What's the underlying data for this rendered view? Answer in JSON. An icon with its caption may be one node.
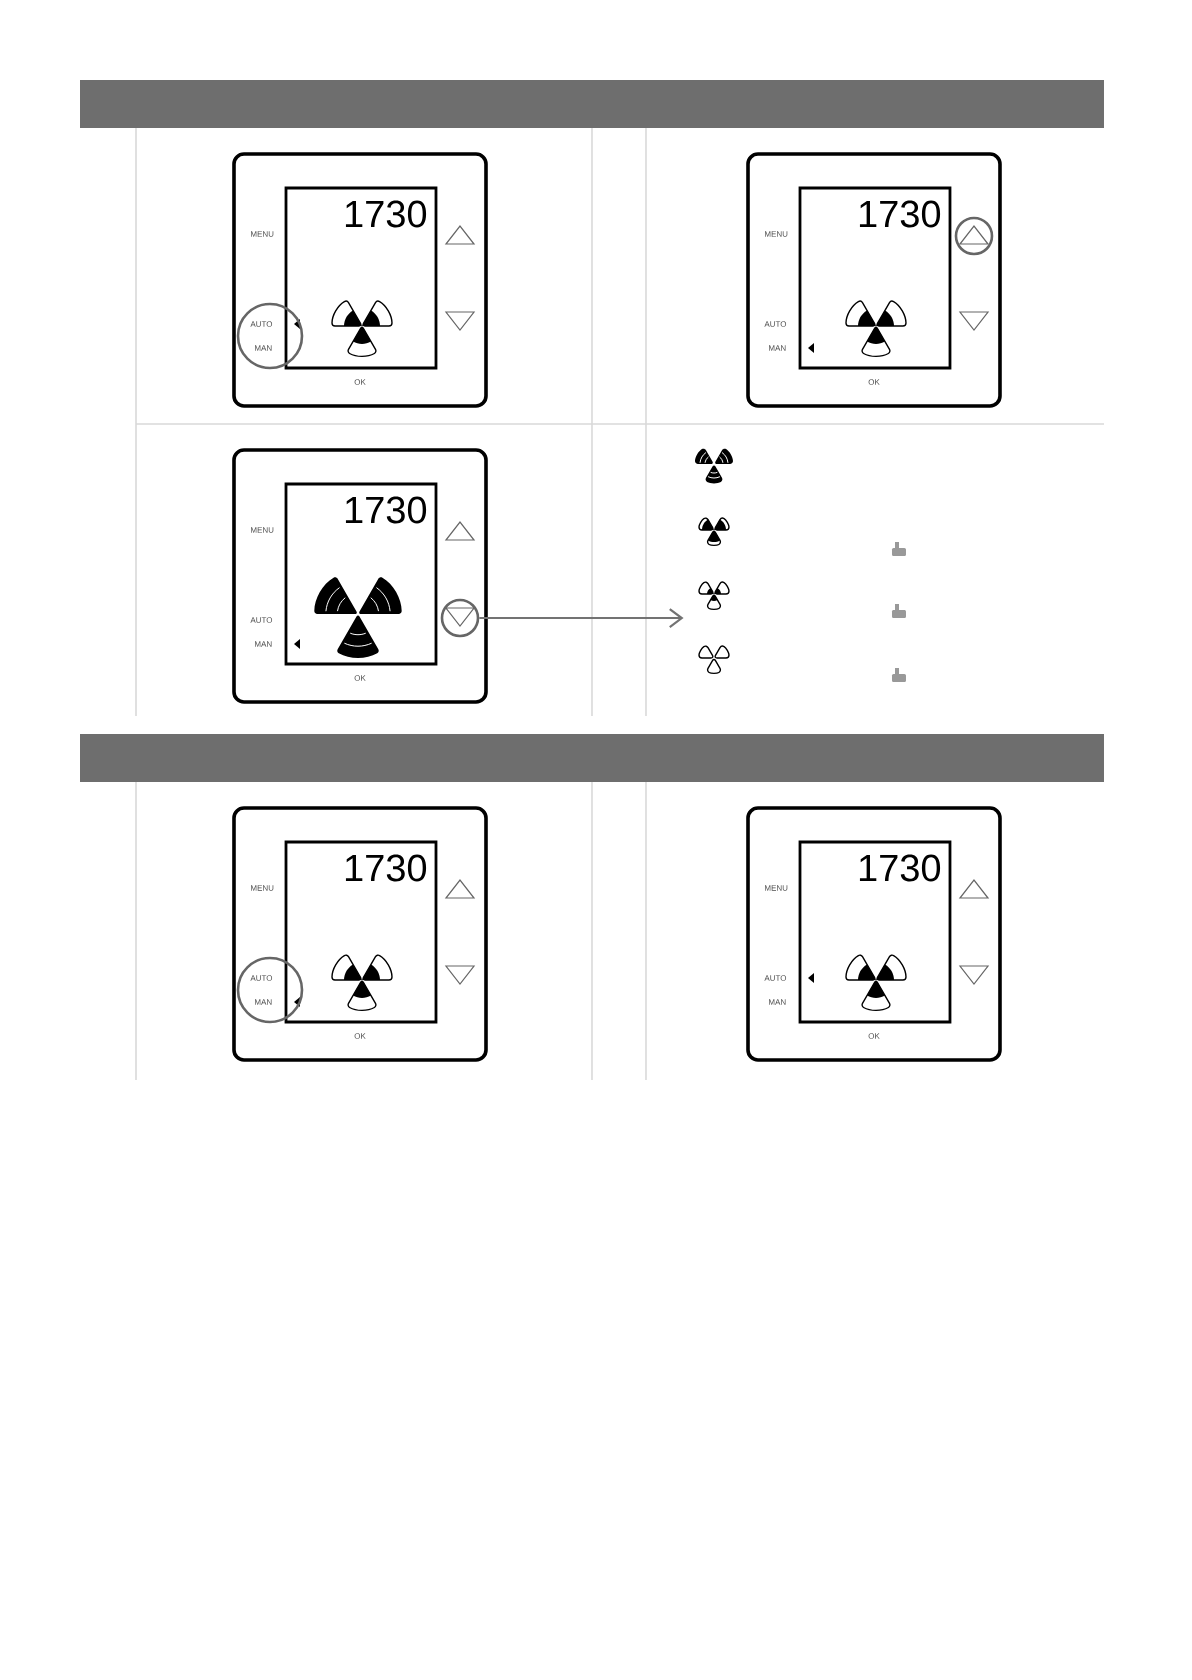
{
  "diagram": {
    "nodes": [
      {
        "text": [
          "1730",
          "MENU",
          "AUTO",
          "MAN",
          "OK"
        ]
      },
      {
        "text": [
          "1730",
          "MENU",
          "AUTO",
          "MAN",
          "OK"
        ]
      },
      {
        "text": [
          "1730",
          "MENU",
          "AUTO",
          "MAN",
          "OK"
        ]
      },
      {
        "text": [
          "1730",
          "MENU",
          "AUTO",
          "MAN",
          "OK"
        ]
      },
      {
        "text": [
          "1730",
          "MENU",
          "AUTO",
          "MAN",
          "OK"
        ]
      },
      {
        "text": [],
        "shape": "circle",
        "in": 2
      },
      {
        "text": [],
        "shape": "picture"
      }
    ],
    "edges": [
      {
        "from": 5,
        "to": 6,
        "arrow": "to"
      }
    ]
  }
}
